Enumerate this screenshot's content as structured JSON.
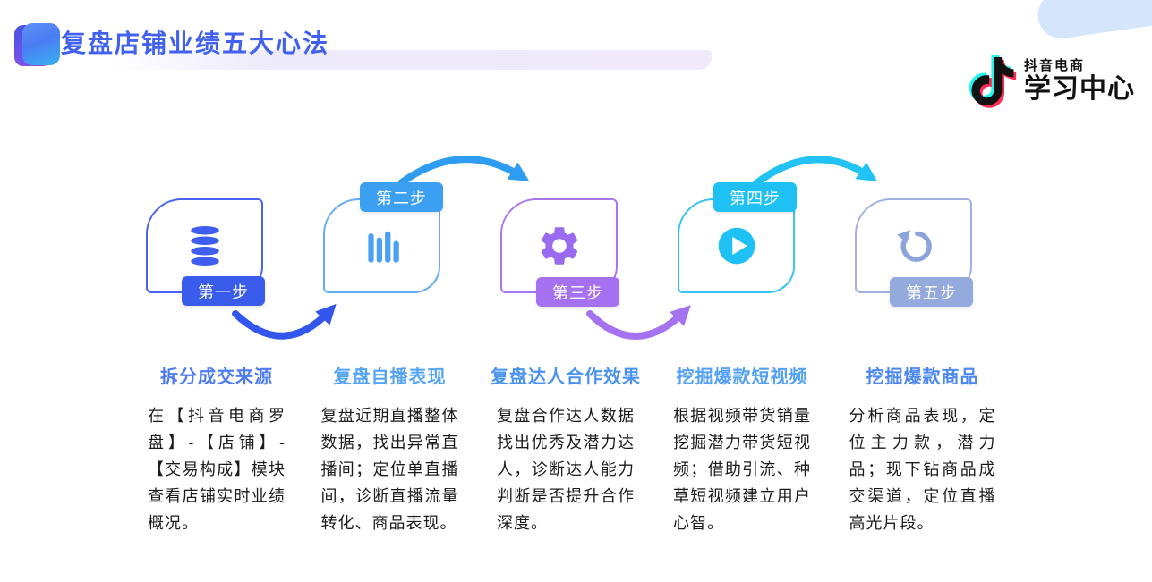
{
  "page": {
    "title_text": "复盘店铺业绩五大心法"
  },
  "logo": {
    "top_text": "抖音电商",
    "bottom_text": "学习中心",
    "note_colors": {
      "cyan": "#25f4ee",
      "red": "#fe2c55",
      "black": "#111111"
    }
  },
  "steps": [
    {
      "label": "第一步",
      "heading": "拆分成交来源",
      "body": "在【抖音电商罗盘】-【店铺】-【交易构成】模块查看店铺实时业绩概况。",
      "icon": "database-icon",
      "accent_color": "#3a5ced",
      "heading_color": "#4d7bf2"
    },
    {
      "label": "第二步",
      "heading": "复盘自播表现",
      "body": "复盘近期直播整体数据，找出异常直播间；定位单直播间，诊断直播流量转化、商品表现。",
      "icon": "bar-chart-icon",
      "accent_color": "#3ba0f2",
      "heading_color": "#55a4f2"
    },
    {
      "label": "第三步",
      "heading": "复盘达人合作效果",
      "body": "复盘合作达人数据找出优秀及潜力达人，诊断达人能力判断是否提升合作深度。",
      "icon": "gear-icon",
      "accent_color": "#a671f1",
      "heading_color": "#4a94f0"
    },
    {
      "label": "第四步",
      "heading": "挖掘爆款短视频",
      "body": "根据视频带货销量挖掘潜力带货短视频；借助引流、种草短视频建立用户心智。",
      "icon": "play-icon",
      "accent_color": "#1fc1f4",
      "heading_color": "#55a2f4"
    },
    {
      "label": "第五步",
      "heading": "挖掘爆款商品",
      "body": "分析商品表现，定位主力款，潜力品；现下钻商品成交渠道，定位直播高光片段。",
      "icon": "rotate-ccw-icon",
      "accent_color": "#94a9dc",
      "heading_color": "#4d88f0"
    }
  ],
  "arrow_colors": [
    "#3357ec",
    "#2d9cf1",
    "#a573f0",
    "#22c2f4"
  ]
}
